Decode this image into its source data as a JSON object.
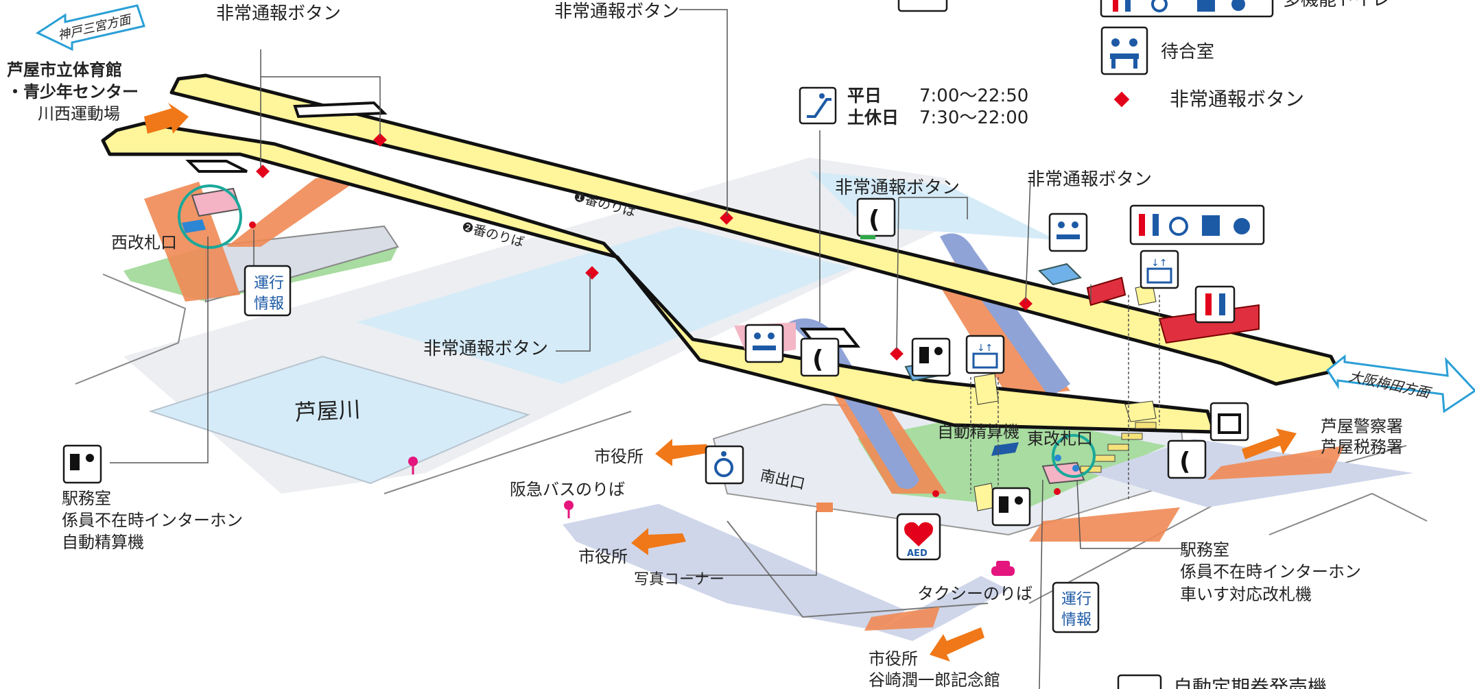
{
  "directions": {
    "kobe": "神戸三宮方面",
    "osaka": "大阪梅田方面"
  },
  "platforms": {
    "one": "❶番のりば",
    "two": "❷番のりば"
  },
  "labels": {
    "emergency_button": "非常通報ボタン",
    "ashiya_river": "芦屋川",
    "west_gate": "西改札口",
    "east_gate": "東改札口",
    "south_exit": "南出口",
    "auto_fare_adjust": "自動精算機",
    "city_hall": "市役所",
    "hankyu_bus": "阪急バスのりば",
    "photo_corner": "写真コーナー",
    "taxi": "タクシーのりば",
    "operation_info_1": "運行",
    "operation_info_2": "情報",
    "aed": "AED"
  },
  "destinations": {
    "gym_line1": "芦屋市立体育館",
    "gym_line2": "・青少年センター",
    "gym_line3": "川西運動場",
    "police_line1": "芦屋警察署",
    "police_line2": "芦屋税務署",
    "bottom_line1": "市役所",
    "bottom_line2": "谷崎潤一郎記念館"
  },
  "west_office": {
    "line1": "駅務室",
    "line2": "係員不在時インターホン",
    "line3": "自動精算機"
  },
  "east_office": {
    "line1": "駅務室",
    "line2": "係員不在時インターホン",
    "line3": "車いす対応改札機"
  },
  "escalator_hours": {
    "weekday_label": "平日",
    "weekday_time": "7:00〜22:50",
    "holiday_label": "土休日",
    "holiday_time": "7:30〜22:00"
  },
  "legend": {
    "multi_toilet": "多機能トイレ",
    "waiting_room": "待合室",
    "emergency_button": "非常通報ボタン",
    "ticket_machine": "自動定期券発売機"
  },
  "colors": {
    "platform": "#fff59a",
    "outline": "#111111",
    "stairs": "#ef8a55",
    "escalator": "#8fa3d6",
    "concourse": "#a8dca0",
    "road": "#e6e8ec",
    "water": "#cfe8f6",
    "emergency": "#e2001a",
    "arrow": "#f07818",
    "icon_blue": "#1d5aa6",
    "toilet_red": "#e2001a"
  }
}
